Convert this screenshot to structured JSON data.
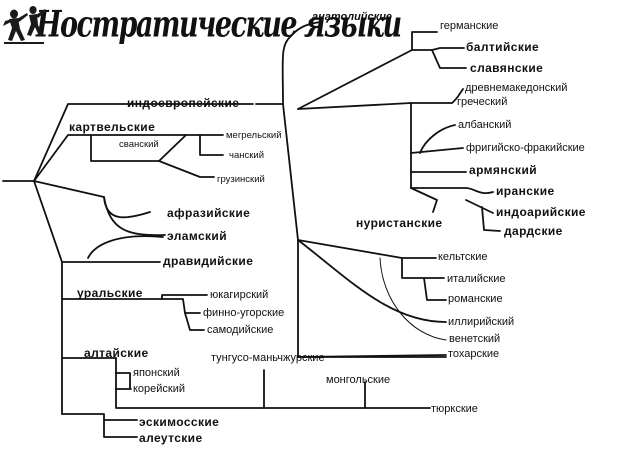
{
  "title": "Ностратические языки",
  "labels": {
    "anatolian": "анатолийские",
    "germanic": "германские",
    "baltic": "балтийские",
    "slavic": "славянские",
    "indo_european": "индоевропейские",
    "ancient_macedonian": "древнемакедонский",
    "greek": "греческий",
    "albanian": "албанский",
    "phrygo_thracian": "фригийско-фракийские",
    "armenian": "армянский",
    "iranian": "иранские",
    "indo_aryan": "индоарийские",
    "dardic": "дардские",
    "nuristani": "нуристанские",
    "kartvelian": "картвельские",
    "svan": "сванский",
    "megrelian": "мегрельский",
    "chan": "чанский",
    "georgian": "грузинский",
    "afroasiatic": "афразийские",
    "elamite": "эламский",
    "dravidian": "дравидийские",
    "celtic": "кельтские",
    "italic": "италийские",
    "romance": "романские",
    "illyrian": "иллирийский",
    "venetic": "венетский",
    "tocharian": "тохарские",
    "uralic": "уральские",
    "yukaghir": "юкагирский",
    "finno_ugric": "финно-угорские",
    "samoyedic": "самодийские",
    "altaic": "алтайские",
    "tungus_manchu": "тунгусо-маньчжурские",
    "japanese": "японский",
    "korean": "корейский",
    "mongolic": "монгольские",
    "turkic": "тюркские",
    "eskimo": "эскимосские",
    "aleut": "алеутские"
  },
  "colors": {
    "line": "#111111",
    "text": "#111111",
    "background": "#ffffff"
  },
  "icons": [
    "dancing-figures-logo"
  ]
}
